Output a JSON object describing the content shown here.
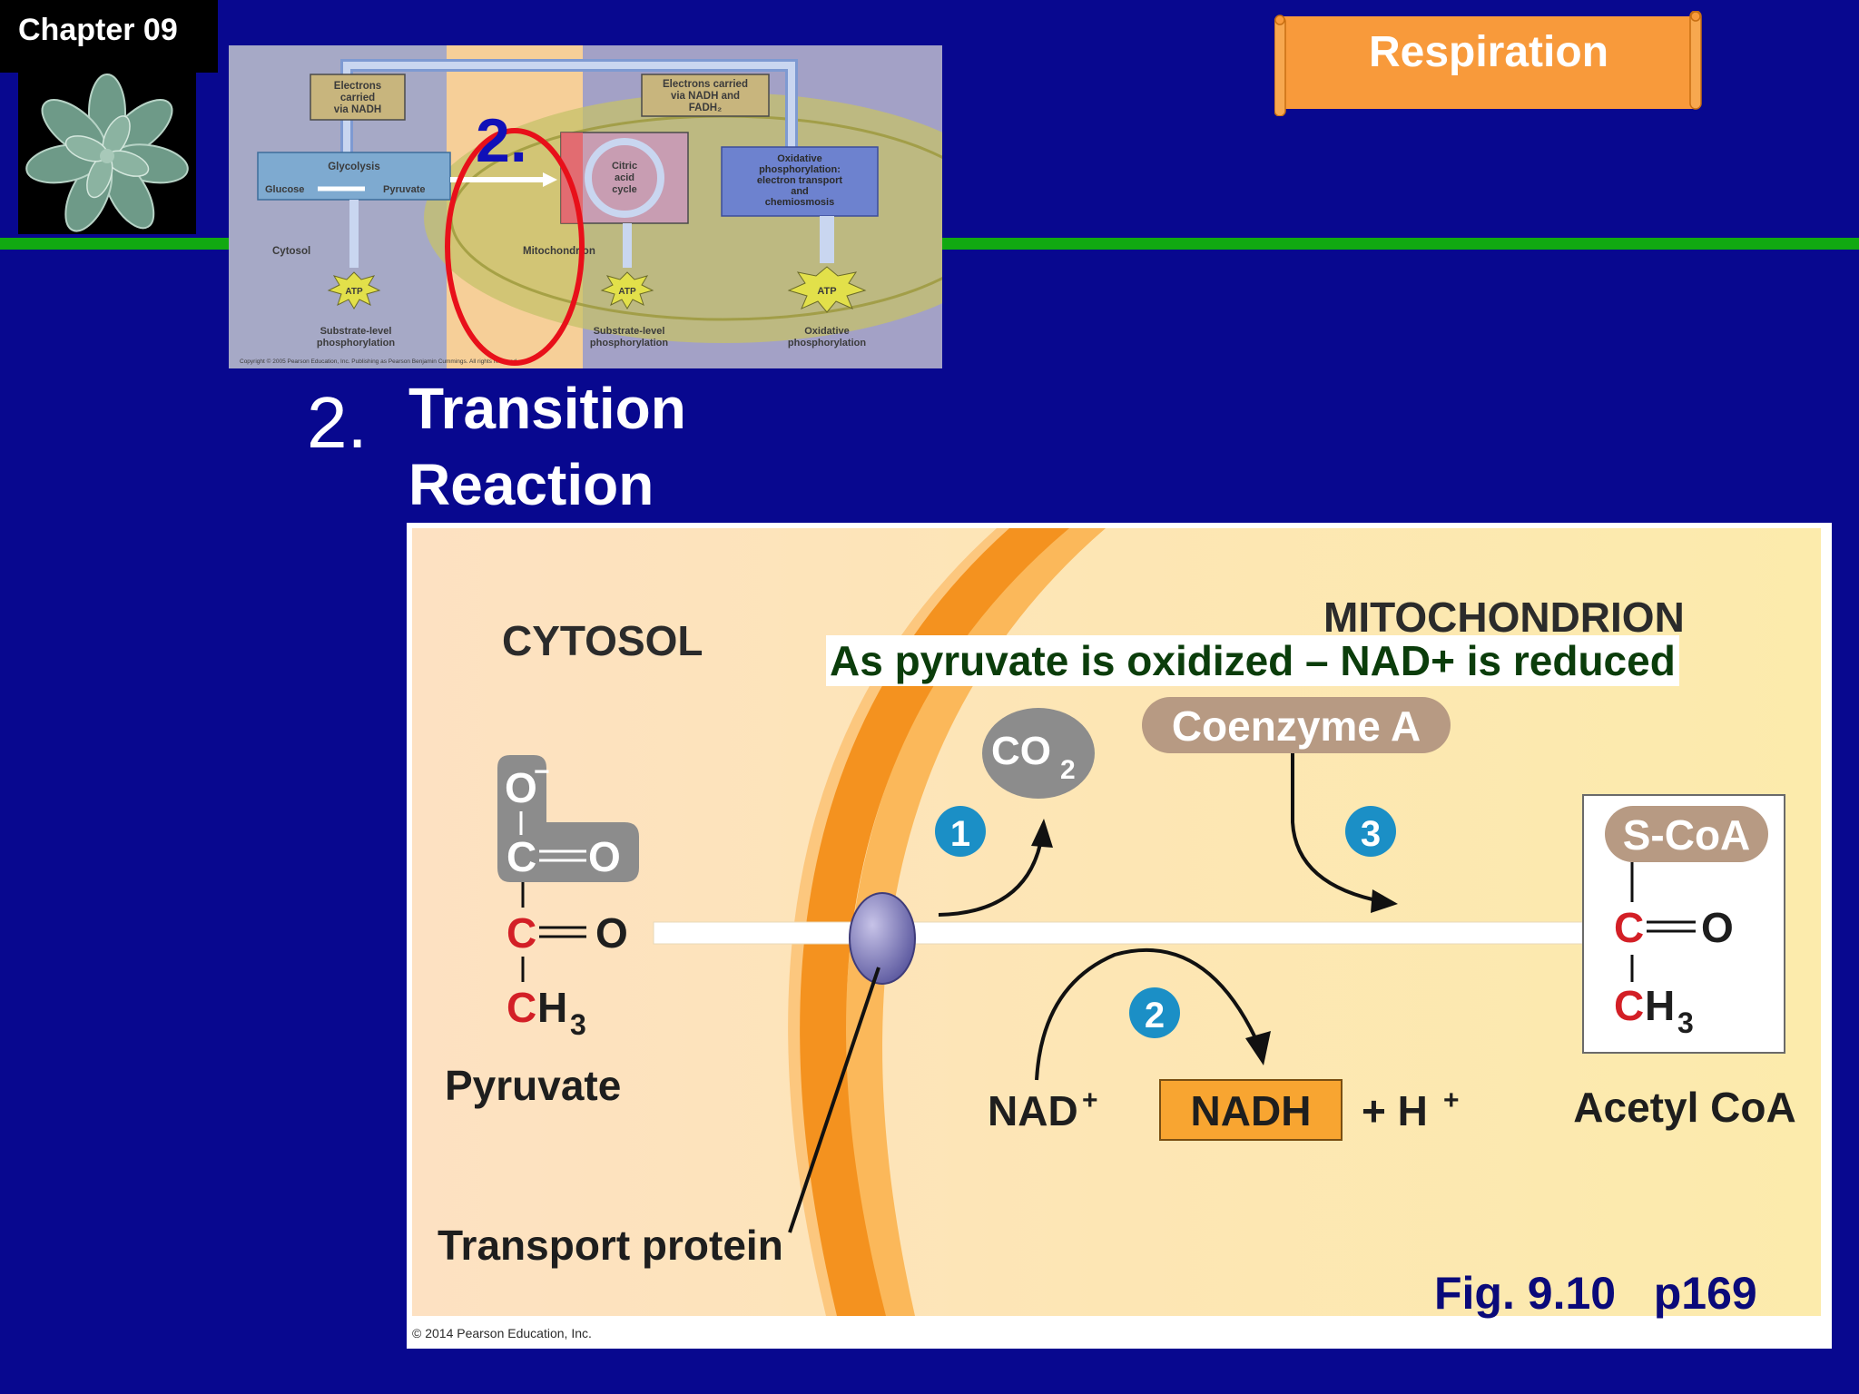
{
  "header": {
    "chapter": "Chapter 09",
    "section_banner": "Respiration"
  },
  "overview_figure": {
    "marker_number": "2.",
    "boxes": {
      "electrons_nadh": [
        "Electrons",
        "carried",
        "via NADH"
      ],
      "electrons_nadh_fadh": [
        "Electrons carried",
        "via NADH and",
        "FADH₂"
      ],
      "glycolysis": "Glycolysis",
      "glucose": "Glucose",
      "pyruvate": "Pyruvate",
      "citric": [
        "Citric",
        "acid",
        "cycle"
      ],
      "oxphos": [
        "Oxidative",
        "phosphorylation:",
        "electron transport",
        "and",
        "chemiosmosis"
      ]
    },
    "labels": {
      "cytosol": "Cytosol",
      "mitochondrion": "Mitochondrion",
      "atp": "ATP",
      "substrate_level": [
        "Substrate-level",
        "phosphorylation"
      ],
      "oxidative": [
        "Oxidative",
        "phosphorylation"
      ],
      "copyright": "Copyright © 2005 Pearson Education, Inc. Publishing as Pearson Benjamin Cummings. All rights reserved."
    }
  },
  "step": {
    "number": "2.",
    "title_line1": "Transition",
    "title_line2": "Reaction"
  },
  "main_figure": {
    "caption": "As pyruvate is oxidized – NAD+ is reduced",
    "cytosol_label": "CYTOSOL",
    "mitochondrion_label": "MITOCHONDRION",
    "co2": "CO",
    "co2_sub": "2",
    "coenzyme_a": "Coenzyme A",
    "step1": "1",
    "step2": "2",
    "step3": "3",
    "pyruvate": {
      "o_minus": "O",
      "o_minus_sup": "−",
      "c1": "C",
      "o1": "O",
      "c2": "C",
      "o2": "O",
      "c3": "C",
      "h3": "H",
      "h3_sub": "3",
      "label": "Pyruvate"
    },
    "acetyl": {
      "scoa": "S-CoA",
      "c1": "C",
      "o1": "O",
      "c2": "C",
      "h3": "H",
      "h3_sub": "3",
      "label": "Acetyl CoA"
    },
    "nad": "NAD",
    "nad_sup": "+",
    "nadh": "NADH",
    "h_plus": "+ H",
    "h_plus_sup": "+",
    "transport_protein": "Transport protein",
    "copyright": "© 2014 Pearson Education, Inc."
  },
  "figure_reference": "Fig. 9.10   p169",
  "colors": {
    "background": "#08088f",
    "green_rule": "#11a911",
    "banner": "#f89a3b",
    "carbon_red": "#d31f26",
    "step_circle": "#1b8fc6",
    "membrane_orange": "#f4921f"
  }
}
